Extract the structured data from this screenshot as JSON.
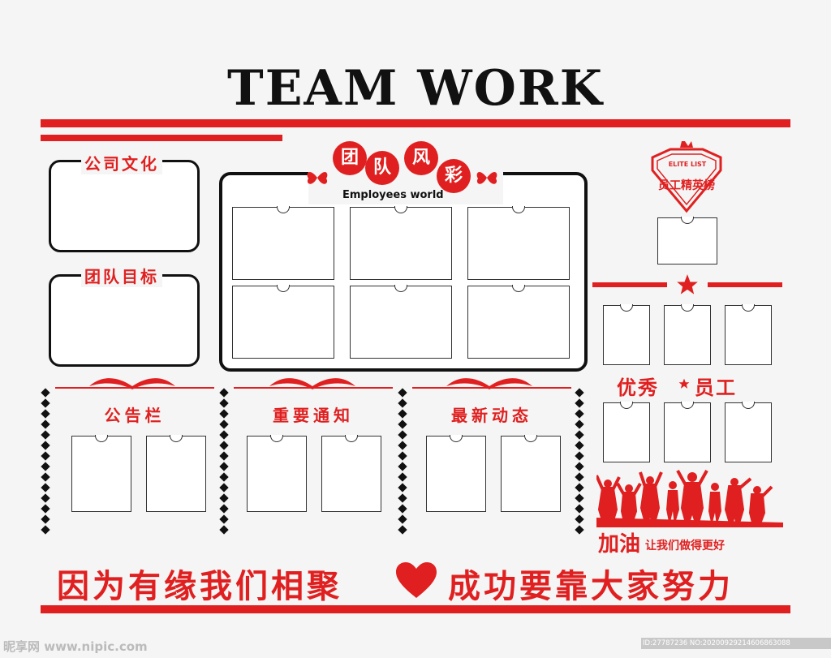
{
  "title": "TEAM WORK",
  "colors": {
    "accent": "#e02020",
    "ink": "#111111"
  },
  "sections": {
    "company_culture": "公司文化",
    "team_goal": "团队目标",
    "team_style": [
      "团",
      "队",
      "风",
      "彩"
    ],
    "employees_world": "Employees world",
    "elite_list": "ELITE LIST",
    "honor_roll": "员工精英榜",
    "excellent_staff_a": "优秀",
    "excellent_staff_b": "员工",
    "bulletin": "公告栏",
    "important_notice": "重要通知",
    "latest_news": "最新动态",
    "cheer_big": "加油",
    "cheer_small": "让我们做得更好"
  },
  "slogan": {
    "left": "因为有缘我们相聚",
    "right": "成功要靠大家努力"
  },
  "footer": {
    "watermark": "昵享网 www.nipic.com",
    "id": "ID:27787236 NO:20200929214606863088"
  }
}
